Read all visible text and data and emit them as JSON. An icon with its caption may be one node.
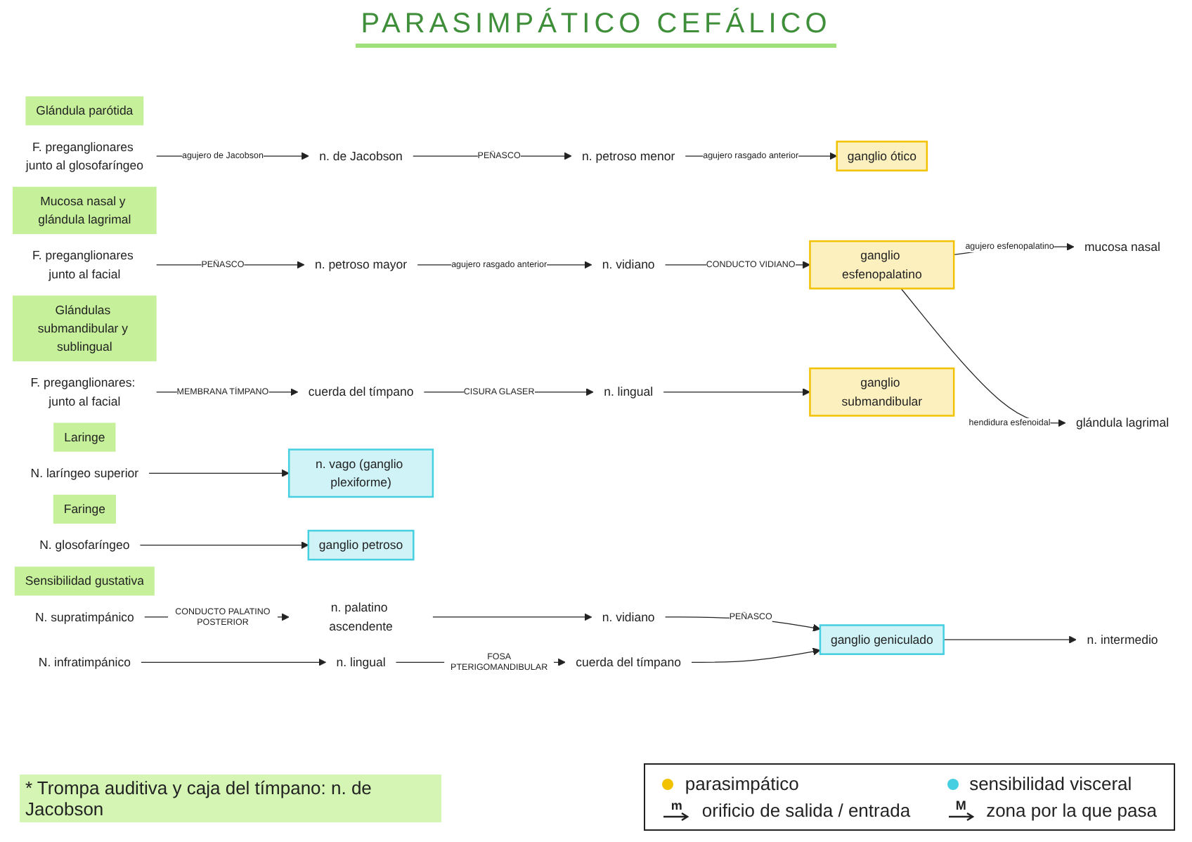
{
  "diagram": {
    "title": "PARASIMPÁTICO CEFÁLICO",
    "nodes": [
      {
        "text": [
          "Glándula parótida"
        ]
      },
      {
        "text": [
          "F. preganglionares junto al glosofaríngeo"
        ]
      },
      {
        "text": [
          "n. de Jacobson"
        ]
      },
      {
        "text": [
          "n. petroso menor"
        ]
      },
      {
        "text": [
          "ganglio ótico"
        ]
      },
      {
        "text": [
          "Mucosa nasal y glándula lagrimal"
        ]
      },
      {
        "text": [
          "F. preganglionares junto al facial"
        ]
      },
      {
        "text": [
          "n. petroso mayor"
        ]
      },
      {
        "text": [
          "n. vidiano"
        ]
      },
      {
        "text": [
          "ganglio esfenopalatino"
        ]
      },
      {
        "text": [
          "mucosa nasal"
        ]
      },
      {
        "text": [
          "glándula lagrimal"
        ]
      },
      {
        "text": [
          "Glándulas submandibular y sublingual"
        ]
      },
      {
        "text": [
          "F. preganglionares: junto al facial"
        ]
      },
      {
        "text": [
          "cuerda del tímpano"
        ]
      },
      {
        "text": [
          "n. lingual"
        ]
      },
      {
        "text": [
          "ganglio submandibular"
        ]
      },
      {
        "text": [
          "Laringe"
        ]
      },
      {
        "text": [
          "N. laríngeo superior"
        ]
      },
      {
        "text": [
          "n. vago (ganglio plexiforme)"
        ]
      },
      {
        "text": [
          "Faringe"
        ]
      },
      {
        "text": [
          "N. glosofaríngeo"
        ]
      },
      {
        "text": [
          "ganglio petroso"
        ]
      },
      {
        "text": [
          "Sensibilidad gustativa"
        ]
      },
      {
        "text": [
          "N. supratimpánico"
        ]
      },
      {
        "text": [
          "n. palatino ascendente"
        ]
      },
      {
        "text": [
          "n. vidiano"
        ]
      },
      {
        "text": [
          "N. infratimpánico"
        ]
      },
      {
        "text": [
          "n. lingual"
        ]
      },
      {
        "text": [
          "cuerda del tímpano"
        ]
      },
      {
        "text": [
          "ganglio geniculado"
        ]
      },
      {
        "text": [
          "n. intermedio"
        ]
      }
    ],
    "edges": [
      {
        "from": 1,
        "to": 2,
        "arrow": "to",
        "label": "agujero de Jacobson"
      },
      {
        "from": 2,
        "to": 3,
        "arrow": "to",
        "label": "PEÑASCO"
      },
      {
        "from": 3,
        "to": 4,
        "arrow": "to",
        "label": "agujero rasgado anterior"
      },
      {
        "from": 6,
        "to": 7,
        "arrow": "to",
        "label": "PEÑASCO"
      },
      {
        "from": 7,
        "to": 8,
        "arrow": "to",
        "label": "agujero rasgado anterior"
      },
      {
        "from": 8,
        "to": 9,
        "arrow": "to",
        "label": "CONDUCTO VIDIANO"
      },
      {
        "from": 9,
        "to": 10,
        "arrow": "to",
        "label": "agujero esfenopalatino"
      },
      {
        "from": 9,
        "to": 11,
        "arrow": "to",
        "label": "hendidura esfenoidal"
      },
      {
        "from": 13,
        "to": 14,
        "arrow": "to",
        "label": "MEMBRANA TÍMPANO"
      },
      {
        "from": 14,
        "to": 15,
        "arrow": "to",
        "label": "CISURA GLASER"
      },
      {
        "from": 15,
        "to": 16,
        "arrow": "to"
      },
      {
        "from": 18,
        "to": 19,
        "arrow": "to"
      },
      {
        "from": 21,
        "to": 22,
        "arrow": "to"
      },
      {
        "from": 24,
        "to": 25,
        "arrow": "to",
        "label": "CONDUCTO PALATINO POSTERIOR"
      },
      {
        "from": 25,
        "to": 26,
        "arrow": "to"
      },
      {
        "from": 27,
        "to": 28,
        "arrow": "to"
      },
      {
        "from": 28,
        "to": 29,
        "arrow": "to",
        "label": "FOSA PTERIGOMANDIBULAR"
      },
      {
        "from": 26,
        "to": 30,
        "arrow": "to",
        "label": "PEÑASCO"
      },
      {
        "from": 29,
        "to": 30,
        "arrow": "to"
      },
      {
        "from": 30,
        "to": 31,
        "arrow": "to"
      }
    ],
    "labels": [
      "m",
      "M",
      "* Trompa auditiva y caja del tímpano: n. de Jacobson"
    ],
    "legend": [
      {
        "text": "parasimpático",
        "color": "#f2c200"
      },
      {
        "text": "sensibilidad visceral",
        "color": "#45cfe0"
      },
      {
        "text": "orificio de salida / entrada"
      },
      {
        "text": "zona por la que pasa"
      }
    ]
  }
}
